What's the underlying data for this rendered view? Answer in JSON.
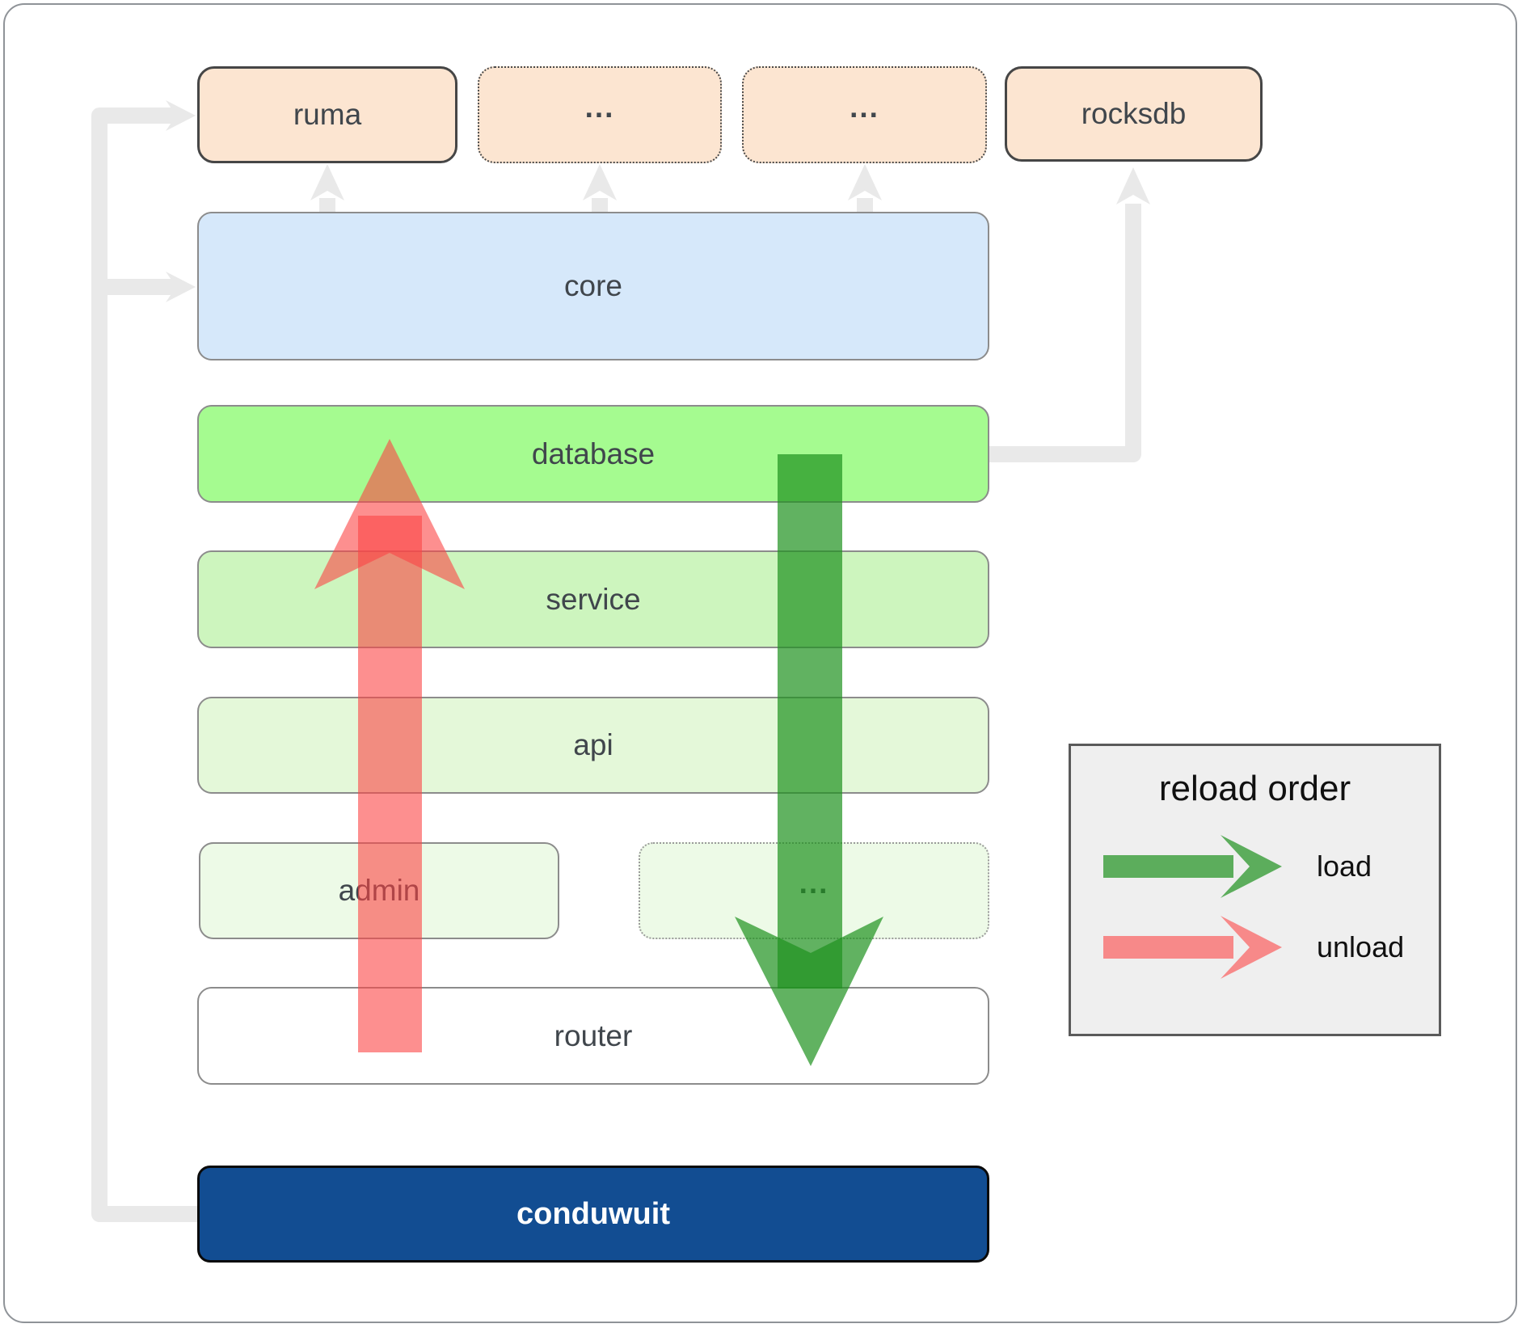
{
  "page": {
    "background": "#ffffff",
    "border_color": "#8f9398"
  },
  "diagram": {
    "nodes": {
      "ruma": {
        "label": "ruma"
      },
      "ellipsis_top_1": {
        "label": "..."
      },
      "ellipsis_top_2": {
        "label": "..."
      },
      "rocksdb": {
        "label": "rocksdb"
      },
      "core": {
        "label": "core"
      },
      "database": {
        "label": "database"
      },
      "service": {
        "label": "service"
      },
      "api": {
        "label": "api"
      },
      "admin": {
        "label": "admin"
      },
      "ellipsis_mid": {
        "label": "..."
      },
      "router": {
        "label": "router"
      },
      "conduwuit": {
        "label": "conduwuit"
      }
    },
    "colors": {
      "peach_fill": "#fce5d1",
      "core_fill": "#d6e8fa",
      "database_fill": "#a5fb90",
      "service_fill": "#cdf5be",
      "api_fill": "#e4f8d9",
      "admin_fill": "#edfae7",
      "router_fill": "#ffffff",
      "conduwuit_fill": "#124d92",
      "label_color": "#40464c",
      "connector_gray": "#e9e9e9",
      "load_arrow": "rgba(30,145,30,0.7)",
      "unload_arrow": "rgba(252,68,68,0.6)"
    }
  },
  "legend": {
    "title": "reload order",
    "items": [
      {
        "label": "load"
      },
      {
        "label": "unload"
      }
    ]
  }
}
